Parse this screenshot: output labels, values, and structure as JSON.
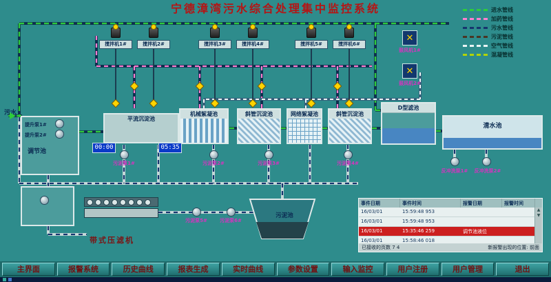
{
  "title": "宁德漳湾污水综合处理集中监控系统",
  "legend": {
    "items": [
      {
        "label": "进水管线",
        "color": "#2ecb3c"
      },
      {
        "label": "加药管线",
        "color": "#ff7fd0"
      },
      {
        "label": "污水管线",
        "color": "#16356e"
      },
      {
        "label": "污泥管线",
        "color": "#4a3524"
      },
      {
        "label": "空气管线",
        "color": "#e9f4f4"
      },
      {
        "label": "混凝管线",
        "color": "#b2d400"
      }
    ]
  },
  "inlet": {
    "label": "污水"
  },
  "tanks": {
    "regulating": "调节池",
    "horizontal_sed": "平流沉淀池",
    "mechanical_floc": "机械絮凝池",
    "inclined_sed_1": "斜管沉淀池",
    "grid_floc": "网络絮凝池",
    "inclined_sed_2": "斜管沉淀池",
    "d_filter": "D型滤池",
    "clear_water": "清水池",
    "sludge": "污泥池",
    "belt_press": "带式压滤机"
  },
  "pumps": {
    "lift_1": "提升泵1#",
    "lift_2": "提升泵2#",
    "sludge_1": "污泥泵1#",
    "sludge_2": "污泥泵2#",
    "sludge_3": "污泥泵3#",
    "sludge_4": "污泥泵4#",
    "sludge_5": "污泥泵5#",
    "sludge_6": "污泥泵6#",
    "backwash_1": "反冲洗泵1#",
    "backwash_2": "反冲洗泵2#"
  },
  "blowers": [
    "鼓风机1#",
    "鼓风机2#"
  ],
  "mixers": [
    "搅拌机1#",
    "搅拌机2#",
    "搅拌机3#",
    "搅拌机4#",
    "搅拌机5#",
    "搅拌机6#"
  ],
  "clocks": [
    "00:00",
    "05:35"
  ],
  "alarm": {
    "headers": [
      "事件日期",
      "事件时间",
      "报警日期",
      "报警时间"
    ],
    "rows": [
      [
        "16/03/01",
        "15:59:48 953",
        "",
        ""
      ],
      [
        "16/03/01",
        "15:59:48 953",
        "",
        ""
      ],
      [
        "16/03/01",
        "15:35:46 259",
        "调节池液位",
        ""
      ],
      [
        "16/03/01",
        "15:58:46 018",
        "",
        ""
      ]
    ],
    "footer_left": "已接收的页数 7 4",
    "footer_right": "新报警出现的位置: 前面"
  },
  "nav": [
    "主界面",
    "报警系统",
    "历史曲线",
    "报表生成",
    "实时曲线",
    "参数设置",
    "输入监控",
    "用户注册",
    "用户管理",
    "退出"
  ]
}
